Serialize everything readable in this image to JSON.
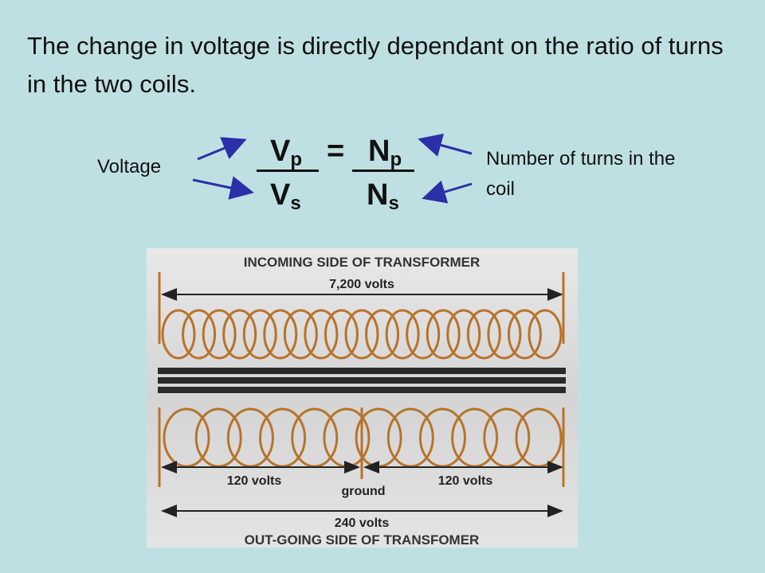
{
  "slide": {
    "heading": "The change in voltage is directly dependant on the ratio of turns in the two coils.",
    "label_voltage": "Voltage",
    "label_turns": "Number of turns in the coil",
    "formula": {
      "vp": "V",
      "vp_sub": "p",
      "equals": "=",
      "np": "N",
      "np_sub": "p",
      "vs": "V",
      "vs_sub": "s",
      "ns": "N",
      "ns_sub": "s"
    }
  },
  "figure": {
    "top_title": "INCOMING SIDE OF TRANSFORMER",
    "top_voltage": "7,200 volts",
    "left_voltage": "120 volts",
    "right_voltage": "120 volts",
    "ground": "ground",
    "total_voltage": "240 volts",
    "bottom_title": "OUT-GOING SIDE OF TRANSFOMER"
  },
  "colors": {
    "background": "#bfe0e3",
    "arrow": "#2b2fa8",
    "coil": "#b8732a",
    "core": "#2a2a2a"
  }
}
